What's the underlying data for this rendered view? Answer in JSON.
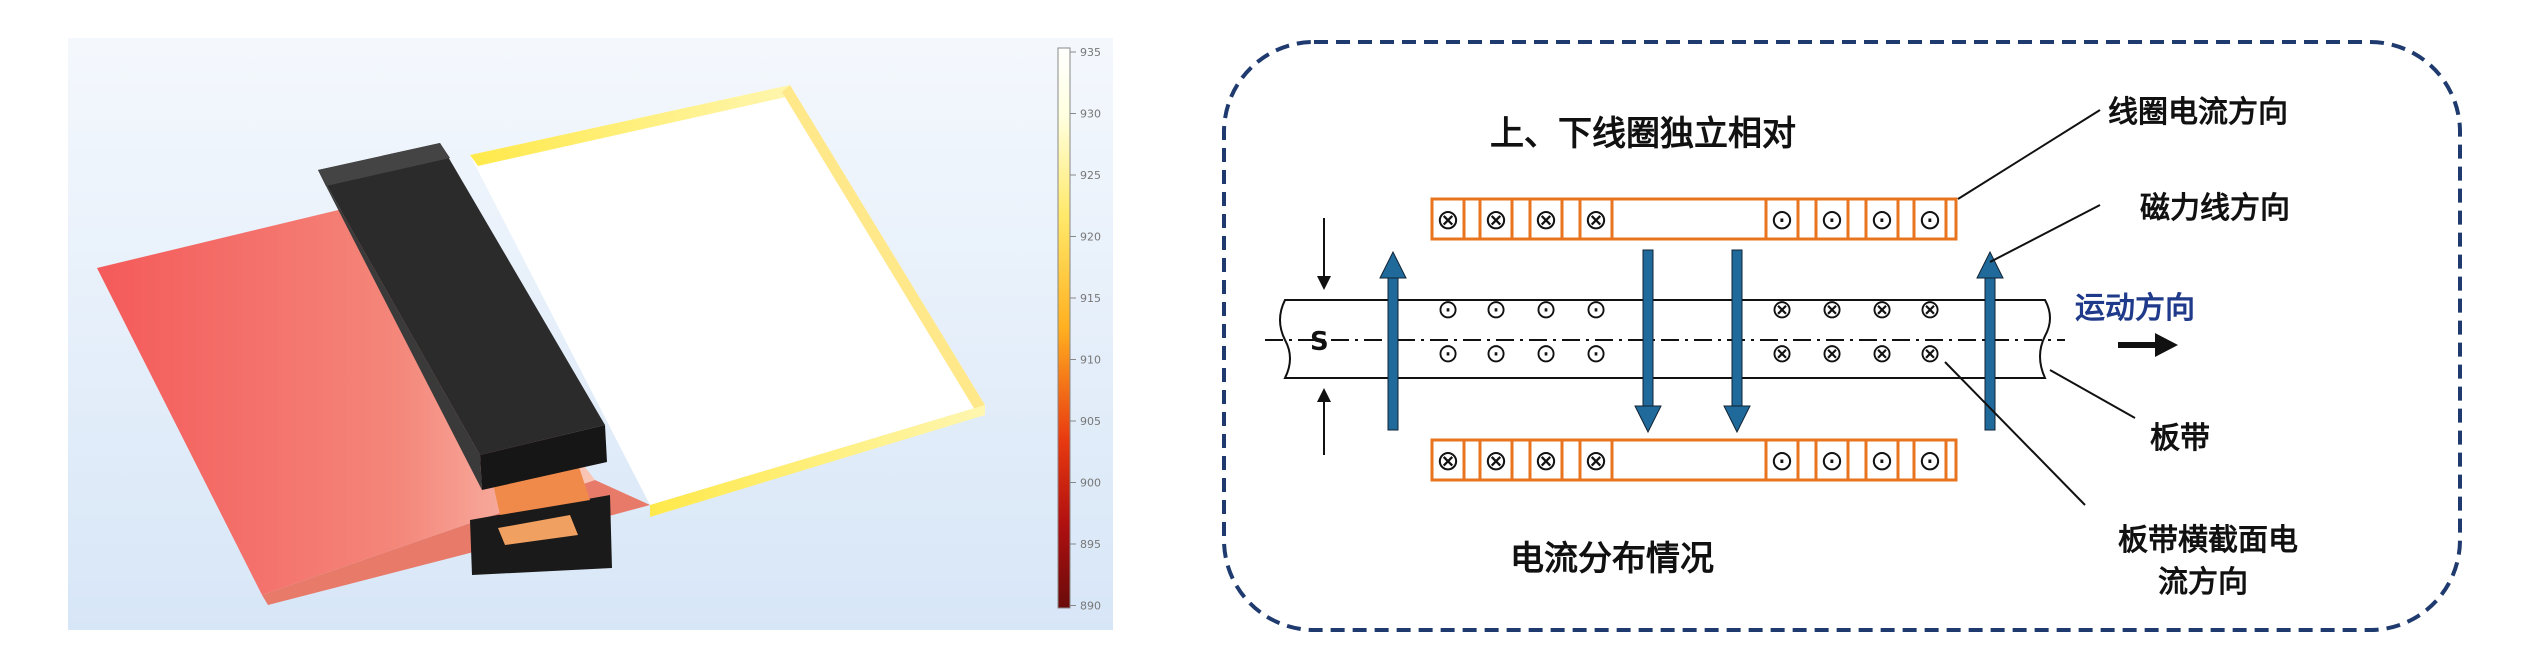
{
  "colorbar": {
    "ticks": [
      "935",
      "930",
      "925",
      "920",
      "915",
      "910",
      "905",
      "900",
      "895",
      "890"
    ]
  },
  "diagram": {
    "title_top": "上、下线圈独立相对",
    "title_bottom": "电流分布情况",
    "gap_label": "S",
    "labels": {
      "coil_current": "线圈电流方向",
      "flux_line": "磁力线方向",
      "motion": "运动方向",
      "strip": "板带",
      "strip_cross_line1": "板带横截面电",
      "strip_cross_line2": "流方向"
    },
    "symbols": {
      "into": "⊗",
      "out": "⊙"
    }
  },
  "colors": {
    "border": "#1f3a6e",
    "coil": "#e8741f",
    "arrow": "#1f6a9a",
    "motion_text": "#1f3a8a"
  }
}
